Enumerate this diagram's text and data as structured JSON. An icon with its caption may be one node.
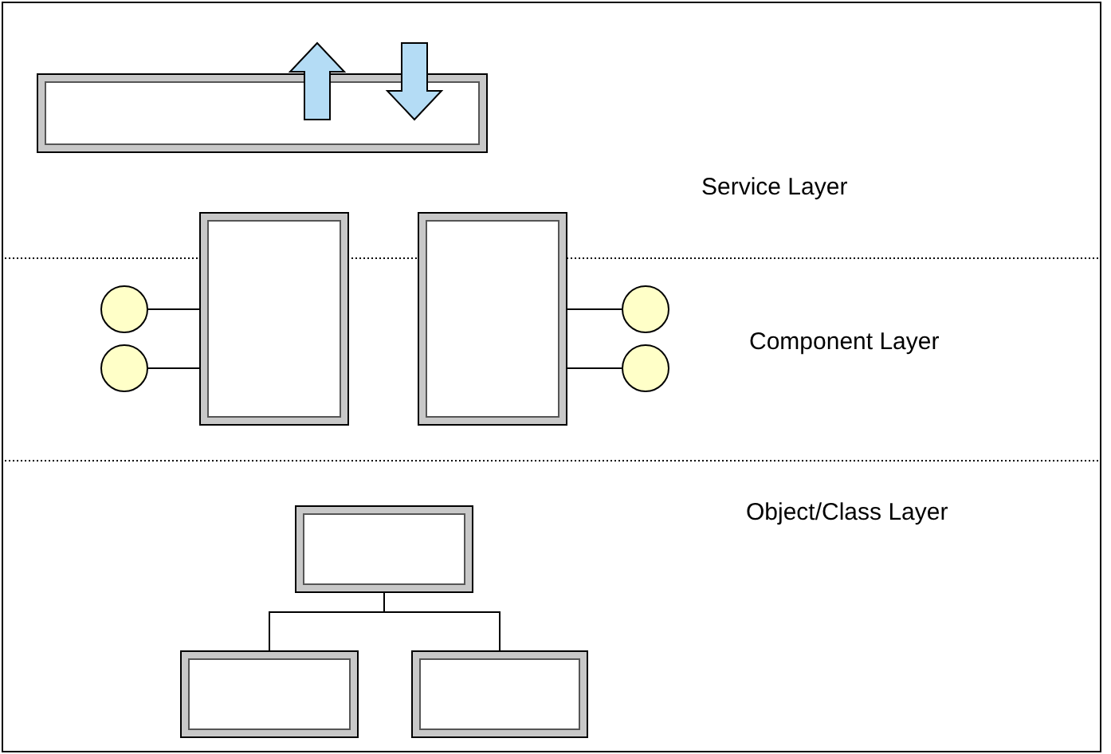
{
  "diagram": {
    "nodes": [
      {
        "text": [],
        "shape": "box"
      },
      {
        "text": [],
        "shape": "circle"
      },
      {
        "text": [],
        "shape": "circle"
      },
      {
        "text": [],
        "shape": "box"
      },
      {
        "text": [],
        "shape": "box"
      },
      {
        "text": [],
        "shape": "circle"
      },
      {
        "text": [],
        "shape": "circle"
      },
      {
        "text": [],
        "shape": "box"
      },
      {
        "text": [],
        "shape": "box"
      },
      {
        "text": [],
        "shape": "box"
      }
    ],
    "edges": [
      {
        "from": 1,
        "to": 3,
        "arrow": "none"
      },
      {
        "from": 2,
        "to": 3,
        "arrow": "none"
      },
      {
        "from": 4,
        "to": 5,
        "arrow": "none"
      },
      {
        "from": 4,
        "to": 6,
        "arrow": "none"
      },
      {
        "from": 7,
        "to": 8,
        "arrow": "none"
      },
      {
        "from": 7,
        "to": 9,
        "arrow": "none"
      }
    ],
    "labels": [
      "Service Layer",
      "Component Layer",
      "Object/Class Layer"
    ]
  }
}
